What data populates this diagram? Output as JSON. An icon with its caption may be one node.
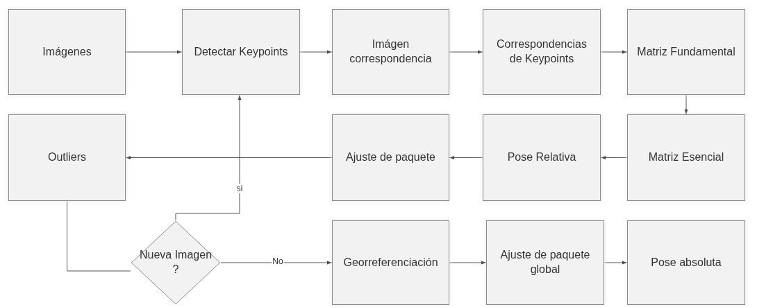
{
  "diagram": {
    "nodes": [
      {
        "text": [
          "Imágenes"
        ]
      },
      {
        "text": [
          "Detectar Keypoints"
        ]
      },
      {
        "text": [
          "Imágen correspondencia"
        ]
      },
      {
        "text": [
          "Correspondencias de Keypoints"
        ]
      },
      {
        "text": [
          "Matriz Fundamental"
        ]
      },
      {
        "text": [
          "Outliers"
        ]
      },
      {
        "text": [
          "Ajuste de paquete"
        ]
      },
      {
        "text": [
          "Pose Relativa"
        ]
      },
      {
        "text": [
          "Matriz Esencial"
        ]
      },
      {
        "text": [
          "Nueva Imagen ?"
        ]
      },
      {
        "text": [
          "Georreferenciación"
        ]
      },
      {
        "text": [
          "Ajuste de paquete global"
        ]
      },
      {
        "text": [
          "Pose absoluta"
        ]
      }
    ],
    "edges": [
      {
        "from": 0,
        "to": 1,
        "arrow": "to"
      },
      {
        "from": 1,
        "to": 2,
        "arrow": "to"
      },
      {
        "from": 2,
        "to": 3,
        "arrow": "to"
      },
      {
        "from": 3,
        "to": 4,
        "arrow": "to"
      },
      {
        "from": 4,
        "to": 8,
        "arrow": "to"
      },
      {
        "from": 8,
        "to": 7,
        "arrow": "to"
      },
      {
        "from": 7,
        "to": 6,
        "arrow": "to"
      },
      {
        "from": 6,
        "to": 5,
        "arrow": "to"
      },
      {
        "from": 5,
        "to": 9,
        "arrow": "none"
      },
      {
        "from": 9,
        "to": 1,
        "label": "si",
        "arrow": "to"
      },
      {
        "from": 9,
        "to": 10,
        "label": "No",
        "arrow": "to"
      },
      {
        "from": 10,
        "to": 11,
        "arrow": "to"
      },
      {
        "from": 11,
        "to": 12,
        "arrow": "to"
      }
    ]
  }
}
